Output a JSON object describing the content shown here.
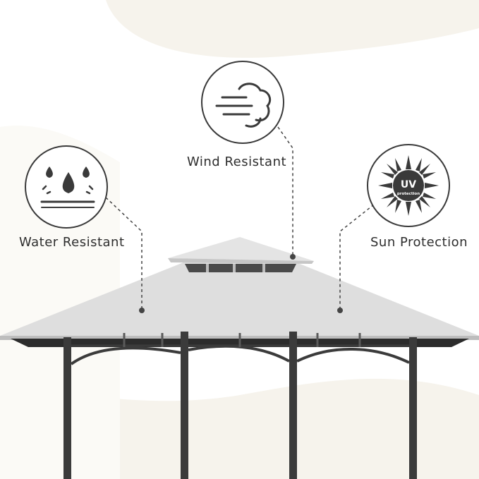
{
  "features": [
    {
      "id": "wind",
      "label": "Wind Resistant",
      "icon": "wind-icon"
    },
    {
      "id": "water",
      "label": "Water Resistant",
      "icon": "water-drops-icon"
    },
    {
      "id": "sun",
      "label": "Sun Protection",
      "icon": "uv-sun-icon",
      "badge_main": "UV",
      "badge_sub": "protection"
    }
  ],
  "colors": {
    "background": "#f6f3ec",
    "accent_shape": "#ffffff",
    "canopy": "#dcdcdc",
    "frame": "#3b3b3b",
    "outline": "#3a3a3a"
  }
}
